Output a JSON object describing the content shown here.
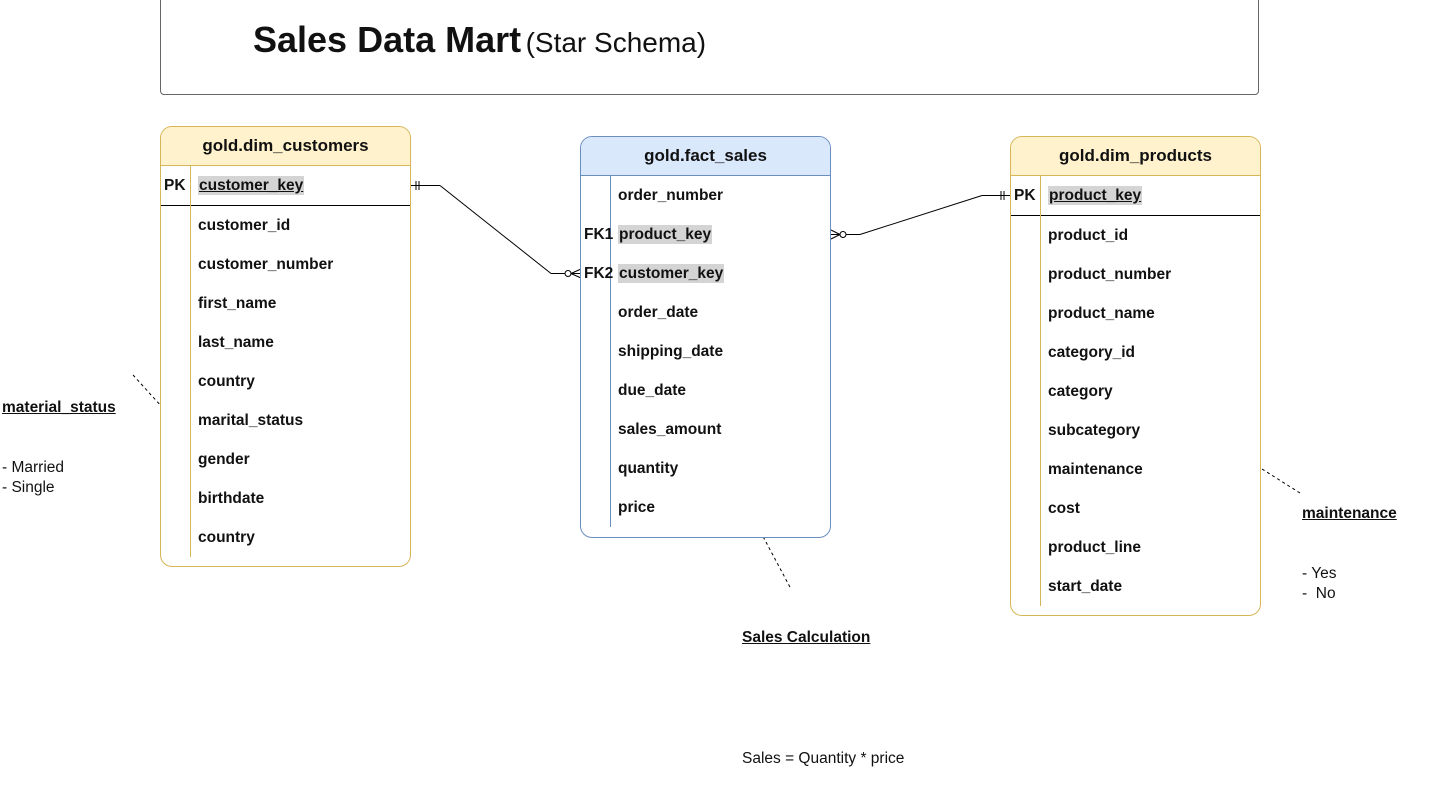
{
  "title": {
    "main": "Sales Data Mart",
    "sub": "(Star Schema)"
  },
  "tables": {
    "customers": {
      "name": "gold.dim_customers",
      "pk_label": "PK",
      "pk_field": "customer_key",
      "fields": [
        "customer_id",
        "customer_number",
        "first_name",
        "last_name",
        "country",
        "marital_status",
        "gender",
        "birthdate",
        "country"
      ]
    },
    "fact": {
      "name": "gold.fact_sales",
      "rows": [
        {
          "key": "",
          "field": "order_number"
        },
        {
          "key": "FK1",
          "field": "product_key"
        },
        {
          "key": "FK2",
          "field": "customer_key"
        },
        {
          "key": "",
          "field": "order_date"
        },
        {
          "key": "",
          "field": "shipping_date"
        },
        {
          "key": "",
          "field": "due_date"
        },
        {
          "key": "",
          "field": "sales_amount"
        },
        {
          "key": "",
          "field": "quantity"
        },
        {
          "key": "",
          "field": "price"
        }
      ]
    },
    "products": {
      "name": "gold.dim_products",
      "pk_label": "PK",
      "pk_field": "product_key",
      "fields": [
        "product_id",
        "product_number",
        "product_name",
        "category_id",
        "category",
        "subcategory",
        "maintenance",
        "cost",
        "product_line",
        "start_date"
      ]
    }
  },
  "notes": {
    "material": {
      "title": "material_status",
      "lines": "- Married\n- Single"
    },
    "maintenance": {
      "title": "maintenance",
      "lines": "- Yes\n-  No"
    },
    "sales": {
      "title": "Sales Calculation",
      "formula": "Sales = Quantity * price"
    }
  },
  "colors": {
    "dim_header": "#fff2cc",
    "dim_border": "#d6b656",
    "fact_header": "#dae8fc",
    "fact_border": "#6c8ebf"
  }
}
